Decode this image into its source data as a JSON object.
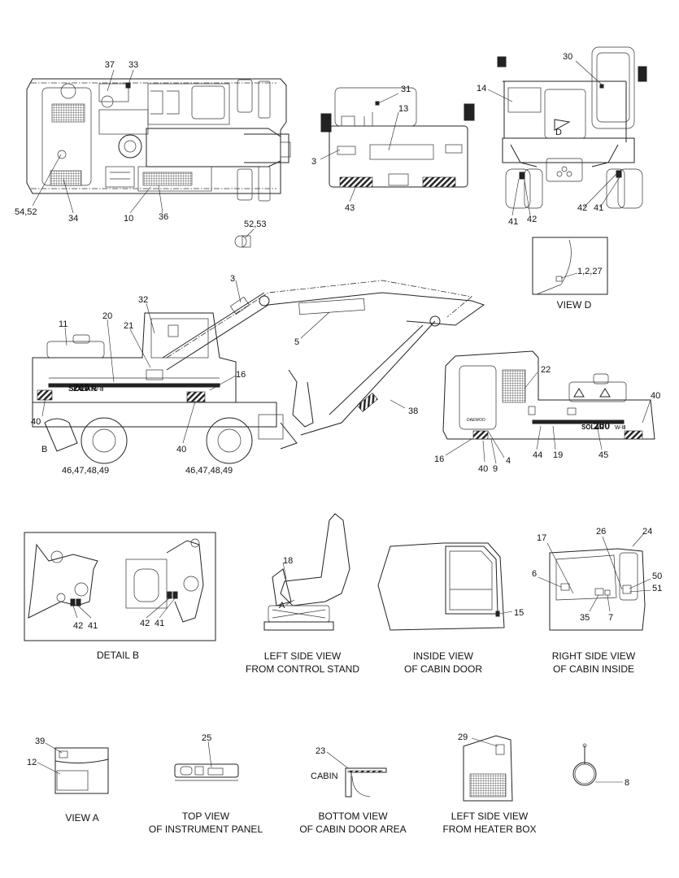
{
  "callouts": {
    "top_plan": [
      "37",
      "33",
      "54,52",
      "34",
      "10",
      "36"
    ],
    "top_misc": [
      "52,53"
    ],
    "rear_view": [
      "31",
      "13",
      "3",
      "43"
    ],
    "front_view": [
      "30",
      "14",
      "41",
      "42",
      "42",
      "41"
    ],
    "view_d": [
      "1,2,27"
    ],
    "side_left": [
      "3",
      "32",
      "20",
      "21",
      "11",
      "5",
      "16",
      "38",
      "40",
      "B",
      "40",
      "46,47,48,49",
      "46,47,48,49"
    ],
    "side_right": [
      "22",
      "40",
      "16",
      "40",
      "9",
      "4",
      "44",
      "19",
      "45"
    ],
    "detail_b": [
      "42",
      "41",
      "42",
      "41"
    ],
    "seat_view": [
      "18",
      "A"
    ],
    "door_inside": [
      "15"
    ],
    "cabin_right": [
      "17",
      "26",
      "24",
      "6",
      "50",
      "51",
      "35",
      "7"
    ],
    "view_a": [
      "39",
      "12"
    ],
    "instrument": [
      "25"
    ],
    "door_bottom": [
      "23",
      "CABIN"
    ],
    "heater": [
      "29"
    ],
    "ring": [
      "8"
    ]
  },
  "machine_badge": {
    "brand": "SOLAR",
    "model": "200",
    "suffix": "W-Ⅲ",
    "maker": "DAEWOO"
  },
  "view_labels": {
    "view_d": "VIEW  D",
    "view_d_mark": "D",
    "detail_b": "DETAIL  B",
    "seat_view": [
      "LEFT SIDE VIEW",
      "FROM CONTROL STAND"
    ],
    "door_inside": [
      "INSIDE VIEW",
      "OF CABIN DOOR"
    ],
    "cabin_right": [
      "RIGHT SIDE VIEW",
      "OF CABIN INSIDE"
    ],
    "view_a": "VIEW  A",
    "instrument": [
      "TOP VIEW",
      "OF INSTRUMENT PANEL"
    ],
    "door_bottom": [
      "BOTTOM VIEW",
      "OF CABIN DOOR AREA"
    ],
    "heater": [
      "LEFT SIDE VIEW",
      "FROM HEATER BOX"
    ]
  }
}
